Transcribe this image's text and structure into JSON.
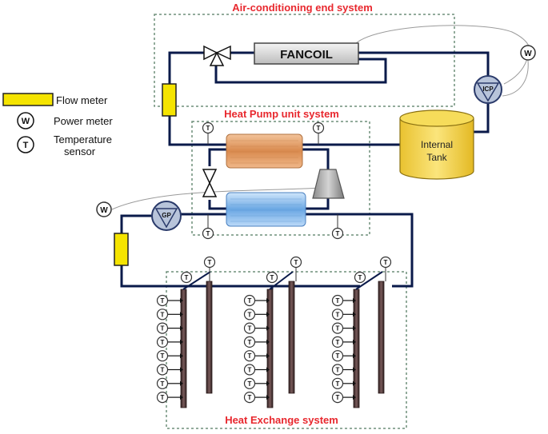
{
  "titles": {
    "ac": "Air-conditioning end system",
    "hp": "Heat Pump unit system",
    "hx": "Heat Exchange system"
  },
  "labels": {
    "fancoil": "FANCOIL",
    "tank_line1": "Internal",
    "tank_line2": "Tank",
    "pump_icp": "ICP",
    "pump_gp": "GP",
    "sym_w": "W",
    "sym_t": "T"
  },
  "legend": {
    "flow_meter": "Flow meter",
    "power_meter": "Power meter",
    "temperature_line1": "Temperature",
    "temperature_line2": "sensor"
  },
  "colors": {
    "title": "#e8282e",
    "pipe": "#0a1a4a",
    "dashed_box": "#6e8f7a",
    "flow_meter": "#f5e400",
    "tank": "#f2d548",
    "condenser": "#d9935a",
    "evaporator": "#7fb4e8",
    "borehole": "#4a3838"
  }
}
